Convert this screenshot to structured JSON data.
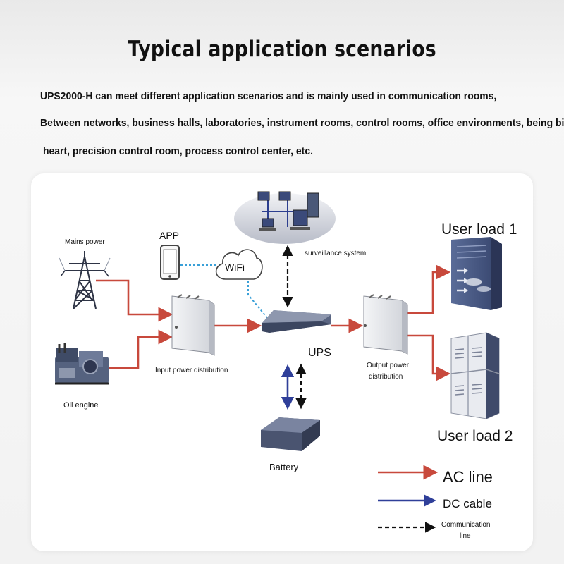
{
  "title": "Typical application scenarios",
  "intro": [
    "UPS2000-H can meet different application scenarios and is mainly used in communication rooms,",
    "Between networks, business halls, laboratories, instrument rooms, control rooms, office environments, being billed",
    "heart, precision control room, process control center, etc."
  ],
  "labels": {
    "mains": "Mains power",
    "oil": "Oil engine",
    "app": "APP",
    "wifi": "WiFi",
    "surveillance": "surveillance system",
    "input_dist": "Input power distribution",
    "ups": "UPS",
    "battery": "Battery",
    "output_dist_1": "Output power",
    "output_dist_2": "distribution",
    "user1": "User load 1",
    "user2": "User load 2"
  },
  "legend": {
    "ac": "AC line",
    "dc": "DC cable",
    "comm_1": "Communication",
    "comm_2": "line"
  },
  "colors": {
    "ac": "#c8493c",
    "dc": "#2f3f99",
    "comm": "#111111",
    "wifi_link": "#3aa0d8"
  }
}
